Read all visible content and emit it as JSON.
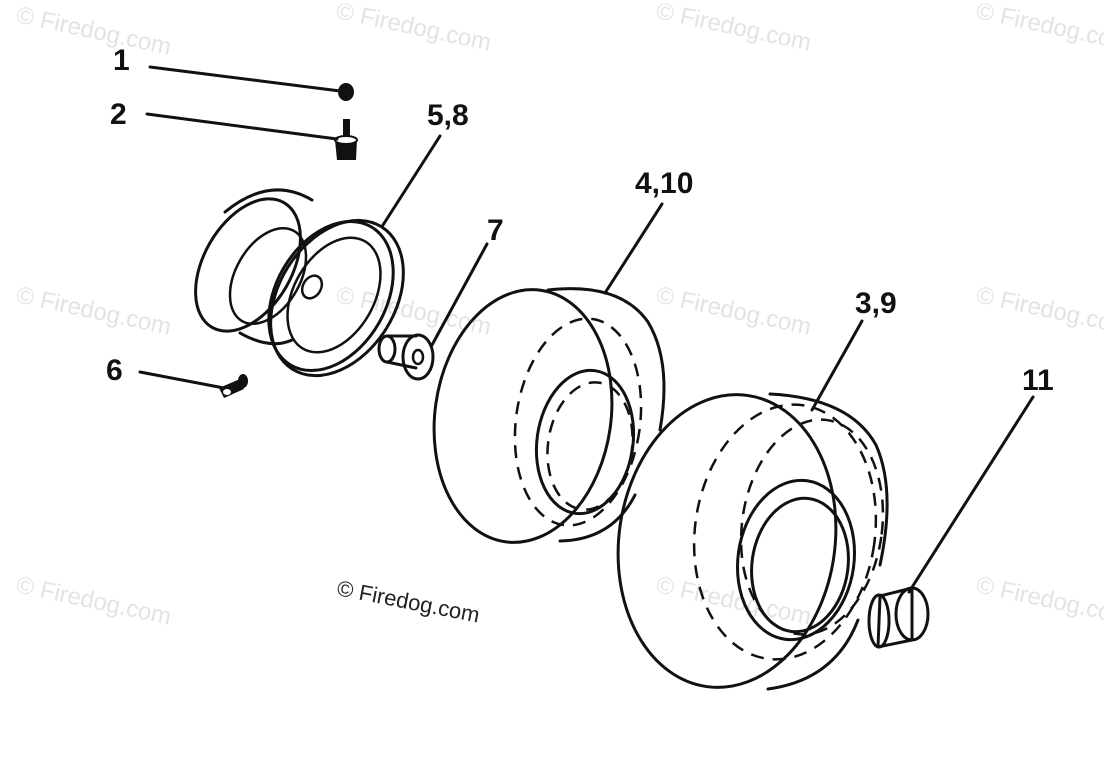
{
  "diagram": {
    "callouts": {
      "c1": "1",
      "c2": "2",
      "c3_9": "3,9",
      "c4_10": "4,10",
      "c5_8": "5,8",
      "c6": "6",
      "c7": "7",
      "c11": "11"
    },
    "copyright": "© Firedog.com",
    "watermark": "© Firedog.com"
  },
  "colors": {
    "line": "#111111",
    "background": "#ffffff",
    "watermark": "#e3e3e3"
  }
}
